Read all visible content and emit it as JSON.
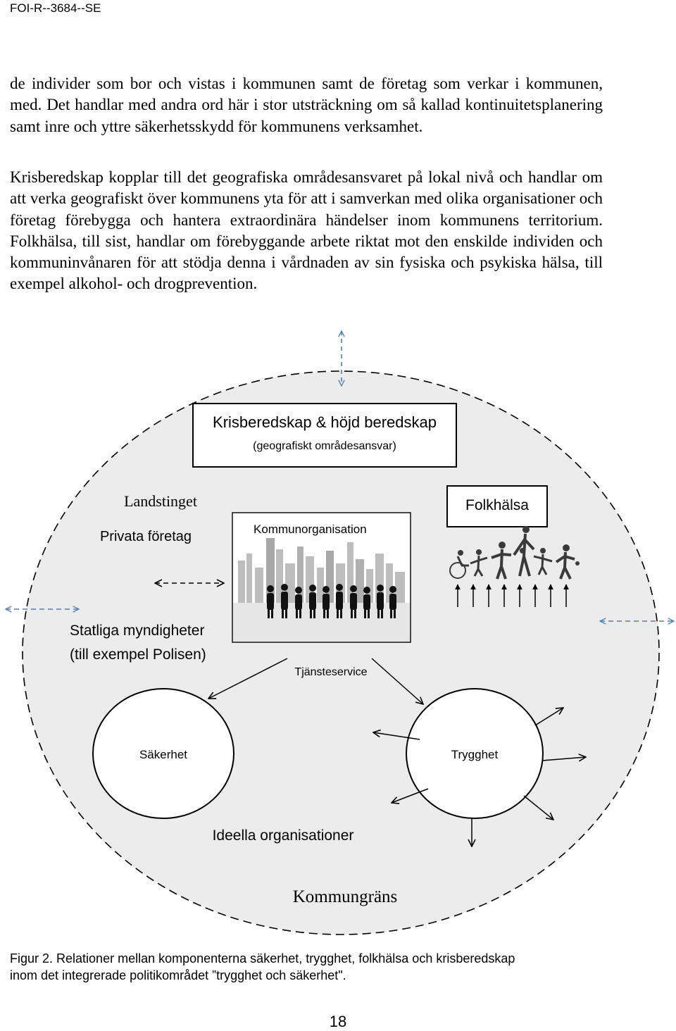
{
  "header": {
    "report_id": "FOI-R--3684--SE"
  },
  "paragraphs": [
    "de individer som bor och vistas i kommunen samt de företag som verkar i kommunen, med. Det handlar med andra ord här i stor utsträckning om så kallad kontinuitetsplanering samt inre och yttre säkerhetsskydd för kommunens verksamhet.",
    "Krisberedskap kopplar till det geografiska områdesansvaret på lokal nivå och handlar om att verka geografiskt över kommunens yta för att i samverkan med olika organisationer och företag förebygga och hantera extraordinära händelser inom kommunens territorium. Folkhälsa, till sist, handlar om förebyggande arbete riktat mot den enskilde individen och kommuninvånaren för att stödja denna i vårdnaden av sin fysiska och psykiska hälsa, till exempel alkohol- och drogprevention."
  ],
  "diagram": {
    "krisberedskap_title": "Krisberedskap & höjd beredskap",
    "krisberedskap_subtitle": "(geografiskt områdesansvar)",
    "landstinget": "Landstinget",
    "privata_foretag": "Privata företag",
    "kommunorganisation": "Kommunorganisation",
    "folkhalsa": "Folkhälsa",
    "statliga_line1": "Statliga myndigheter",
    "statliga_line2": "(till exempel Polisen)",
    "tjansteservice": "Tjänsteservice",
    "sakerhet": "Säkerhet",
    "trygghet": "Trygghet",
    "ideella": "Ideella organisationer",
    "kommungrans": "Kommungräns",
    "colors": {
      "arrow_blue": "#4f7fb5",
      "circle_fill": "#ececec"
    }
  },
  "caption": {
    "line1": "Figur 2. Relationer mellan komponenterna säkerhet, trygghet, folkhälsa och krisberedskap",
    "line2": "inom det integrerade politikområdet ”trygghet och säkerhet\"."
  },
  "page_number": "18"
}
